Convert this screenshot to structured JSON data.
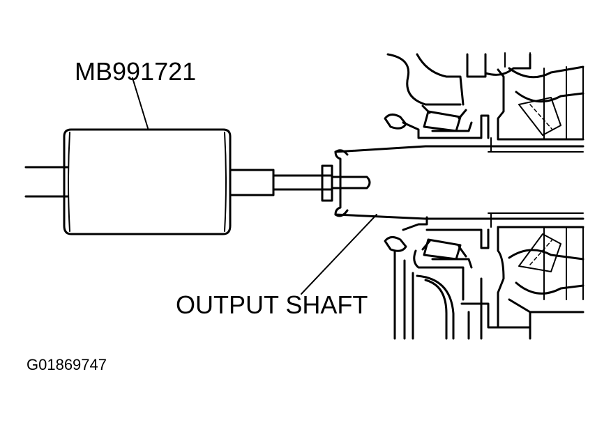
{
  "labels": {
    "tool": "MB991721",
    "shaft": "OUTPUT SHAFT",
    "figure_id": "G01869747"
  },
  "colors": {
    "line": "#000000",
    "background": "#ffffff"
  }
}
